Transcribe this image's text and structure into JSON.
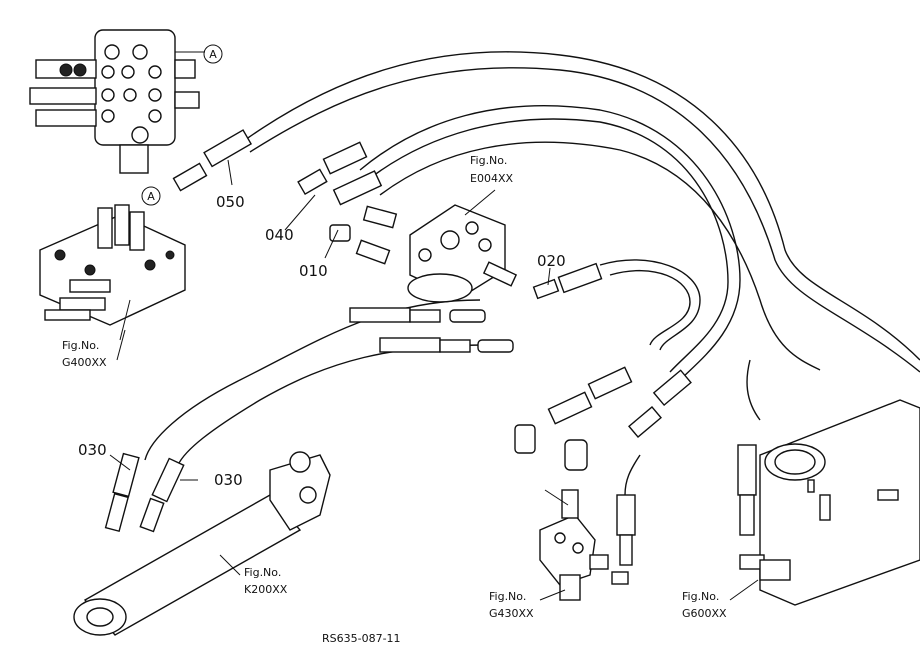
{
  "callouts": {
    "c010": "010",
    "c020": "020",
    "c030a": "030",
    "c030b": "030",
    "c040": "040",
    "c050": "050",
    "letter_a_top": "A",
    "letter_a_mid": "A"
  },
  "fig_refs": {
    "e004_line1": "Fig.No.",
    "e004_line2": "E004XX",
    "g400_line1": "Fig.No.",
    "g400_line2": "G400XX",
    "k200_line1": "Fig.No.",
    "k200_line2": "K200XX",
    "g430_line1": "Fig.No.",
    "g430_line2": "G430XX",
    "g600_line1": "Fig.No.",
    "g600_line2": "G600XX"
  },
  "drawing_code": "RS635-087-11",
  "icons": [
    "control-valve-icon",
    "steering-unit-icon",
    "cylinder-icon",
    "fitting-icon",
    "tank-icon"
  ]
}
